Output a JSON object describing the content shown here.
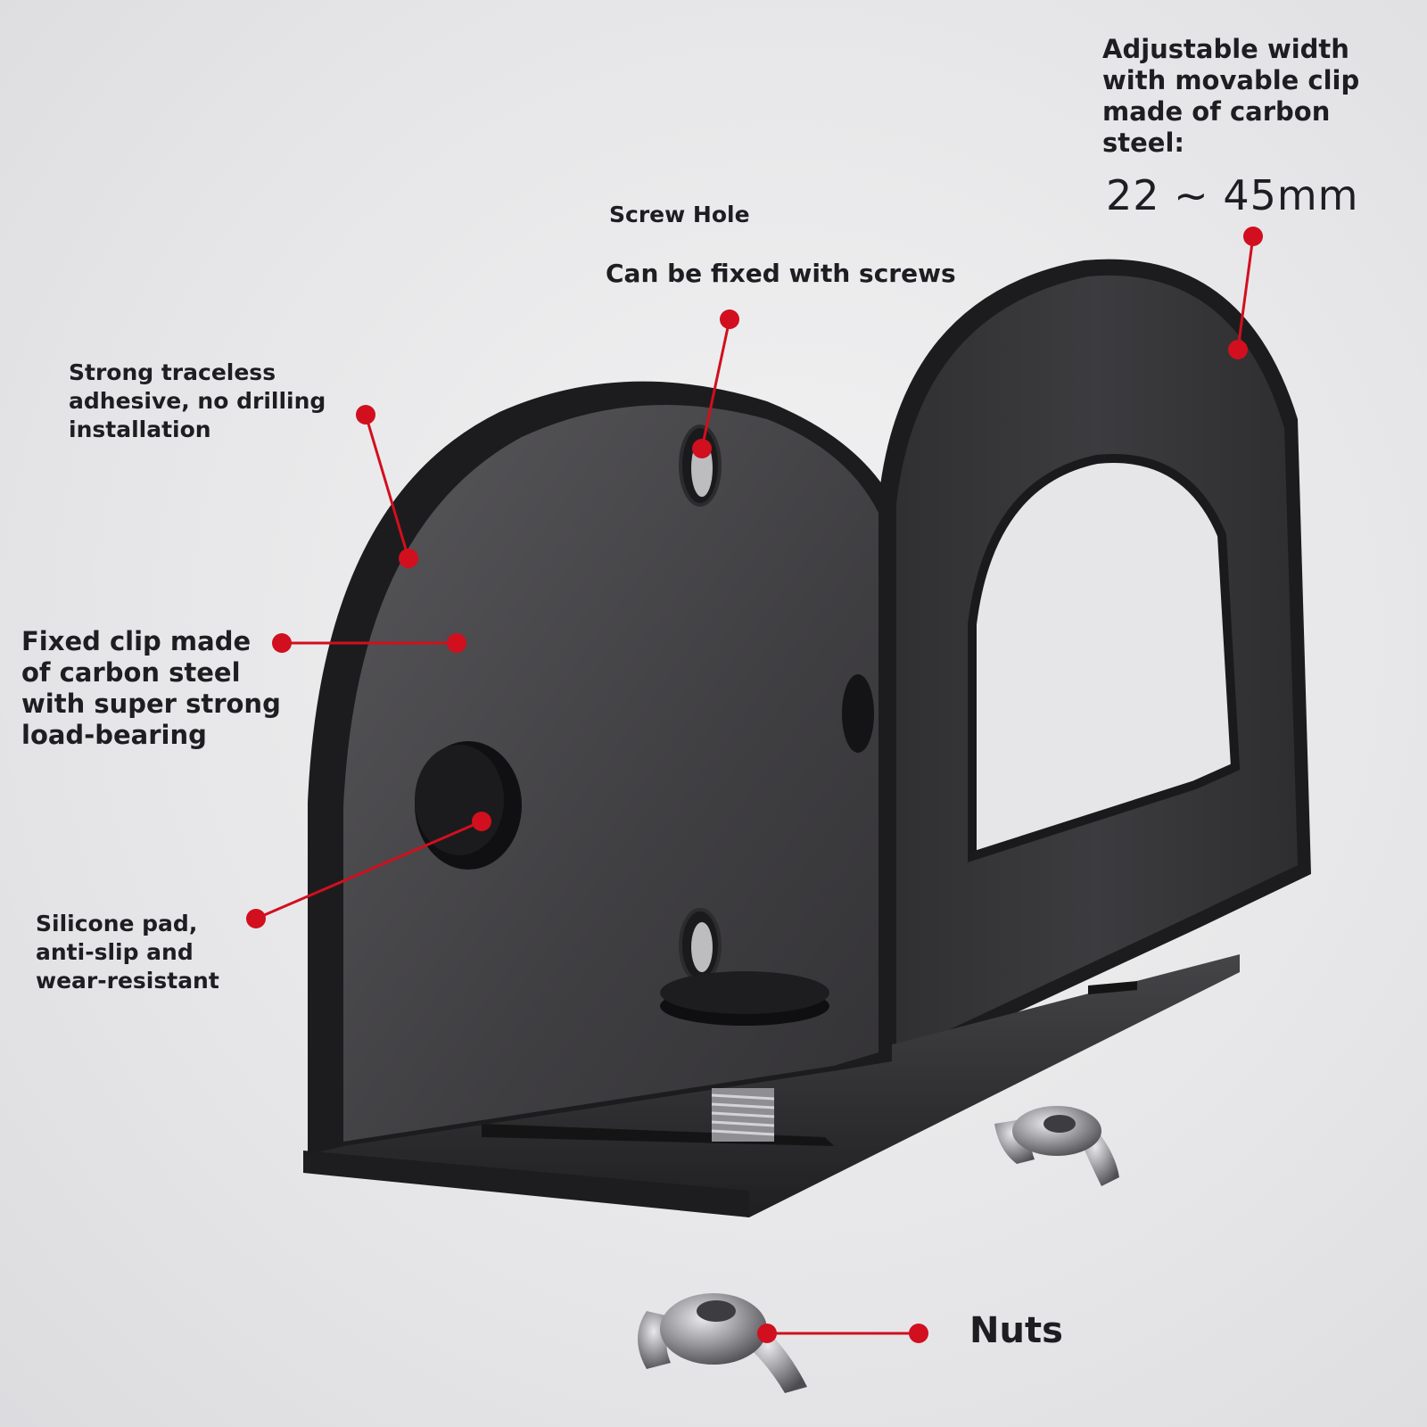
{
  "callouts": {
    "adjustable": {
      "text": "Adjustable width\nwith movable clip\nmade of carbon\nsteel:",
      "value": "22 ~ 45mm"
    },
    "screw_hole": {
      "title": "Screw Hole",
      "subtitle": "Can be fixed with screws"
    },
    "adhesive": {
      "text": "Strong traceless\nadhesive, no drilling\ninstallation"
    },
    "fixed_clip": {
      "text": "Fixed clip made\nof carbon steel\nwith super strong\nload-bearing"
    },
    "silicone_pad": {
      "text": "Silicone pad,\nanti-slip and\nwear-resistant"
    },
    "nuts": {
      "text": "Nuts"
    }
  },
  "colors": {
    "background": "#e9e9eb",
    "steel_dark": "#2a2a2c",
    "steel_face": "#4a494b",
    "marker": "#d10f1e",
    "text": "#1e1e22",
    "wing_nut": "#9a9a9e"
  },
  "icons": {
    "marker": "red-dot",
    "wing_nut": "wing-nut"
  }
}
